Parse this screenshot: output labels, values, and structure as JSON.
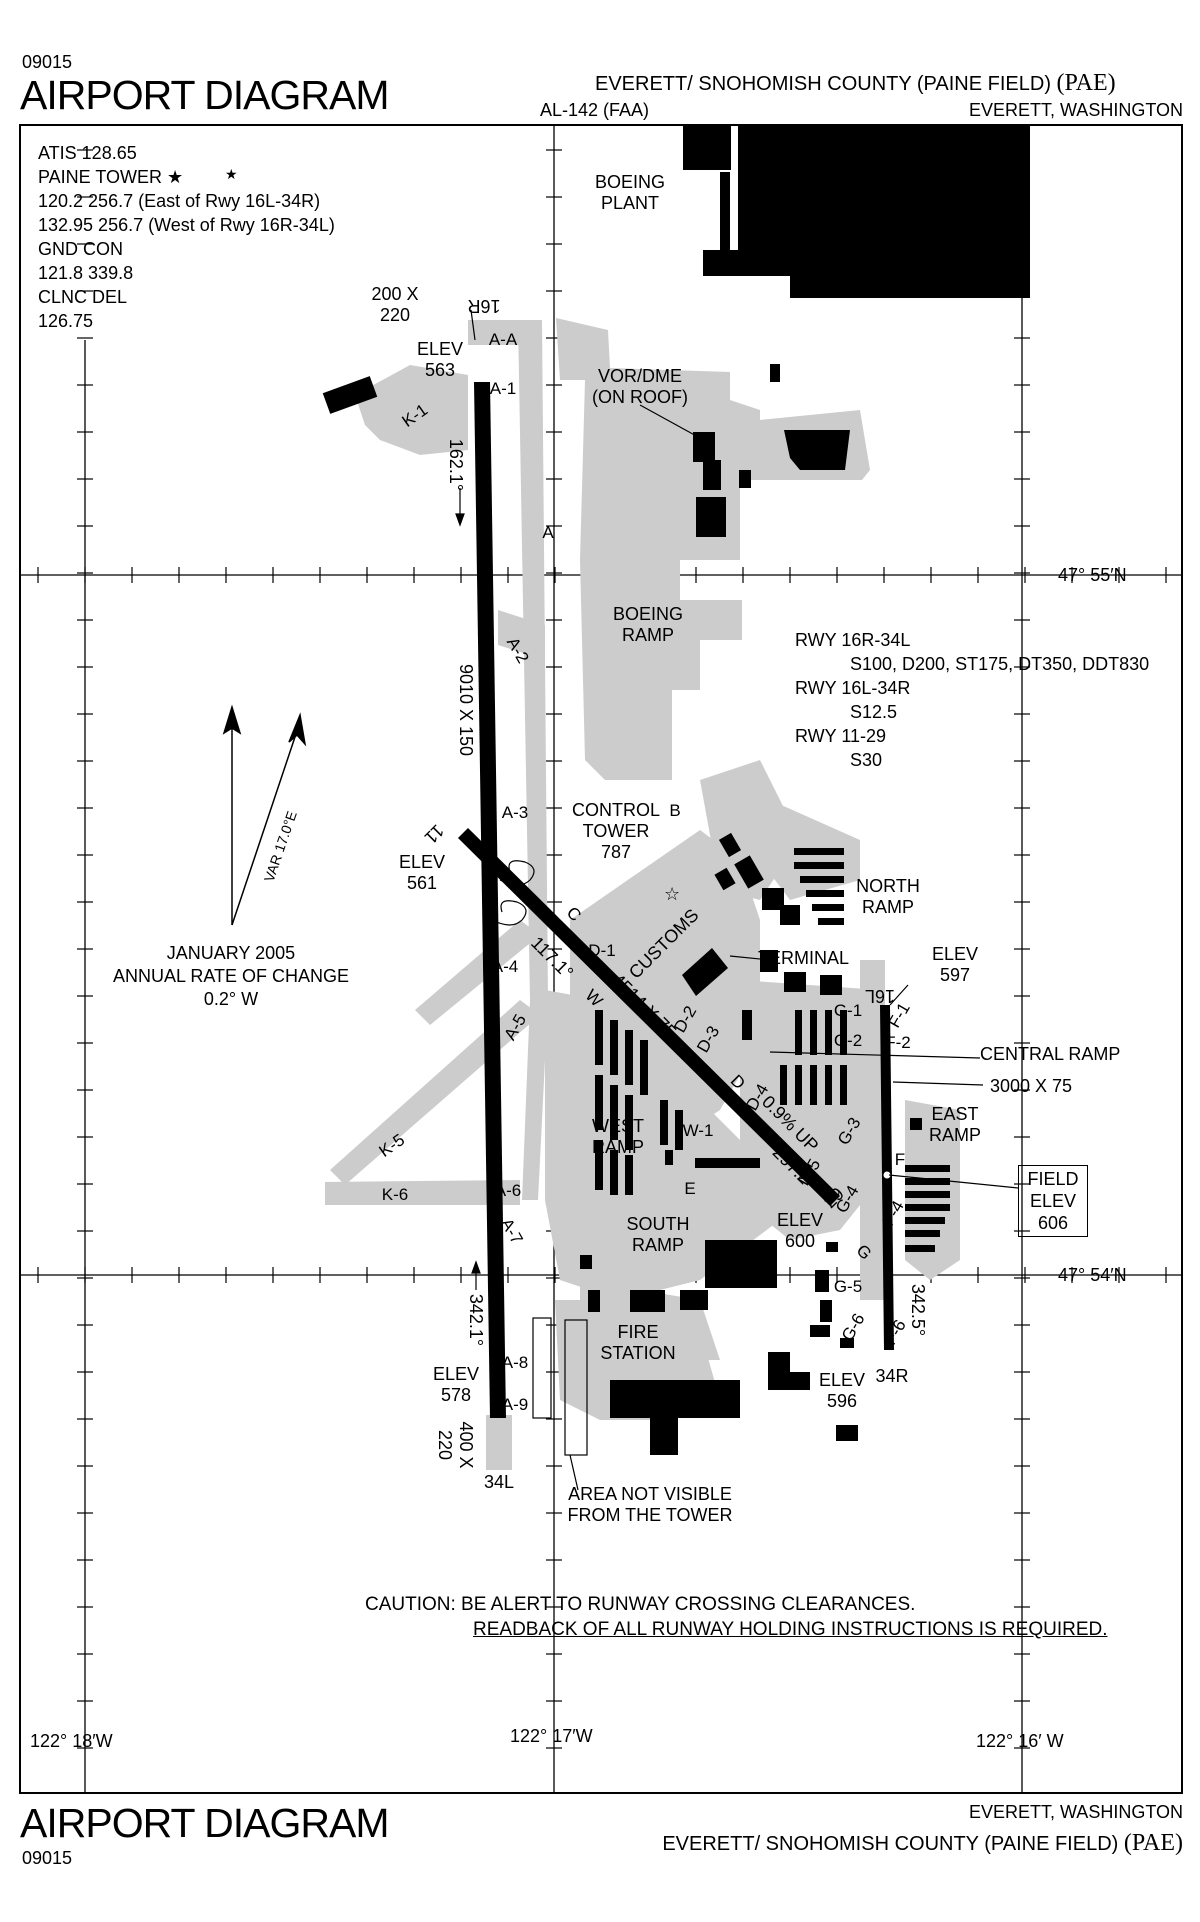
{
  "header": {
    "chart_number": "09015",
    "title": "AIRPORT DIAGRAM",
    "procedure_id": "AL-142 (FAA)",
    "airport_name": "EVERETT/ SNOHOMISH COUNTY (PAINE FIELD)",
    "airport_id": "(PAE)",
    "city": "EVERETT, WASHINGTON"
  },
  "footer": {
    "chart_number": "09015",
    "title": "AIRPORT DIAGRAM",
    "airport_name": "EVERETT/ SNOHOMISH COUNTY (PAINE FIELD)",
    "airport_id": "(PAE)",
    "city": "EVERETT, WASHINGTON"
  },
  "frequencies": [
    "ATIS 128.65",
    "PAINE TOWER ★",
    "120.2  256.7 (East of Rwy 16L-34R)",
    "132.95  256.7 (West of Rwy 16R-34L)",
    "GND CON",
    "121.8  339.8",
    "CLNC DEL",
    "126.75"
  ],
  "coordinates": {
    "lat_north": "47° 55′N",
    "lat_south": "47° 54′N",
    "lon_west": "122° 18′W",
    "lon_mid": "122° 17′W",
    "lon_east": "122° 16′ W"
  },
  "magnetic": {
    "variation": "VAR 17.0°E",
    "date": "JANUARY 2005",
    "rate_label": "ANNUAL RATE OF CHANGE",
    "rate": "0.2° W"
  },
  "runway_strength": [
    "RWY 16R-34L",
    "S100, D200, ST175, DT350, DDT830",
    "RWY 16L-34R",
    "S12.5",
    "RWY 11-29",
    "S30"
  ],
  "runways": {
    "rwy_16r_end": "16R",
    "rwy_34l_end": "34L",
    "rwy_16r_dims": "9010 X 150",
    "rwy_16r_heading": "162.1°",
    "rwy_34l_heading": "342.1°",
    "rwy_16r_displaced": "200 X\n220",
    "rwy_34l_overrun": "400 X\n220",
    "rwy_11_end": "11",
    "rwy_29_end": "29",
    "rwy_11_dims": "4514 X 75",
    "rwy_11_heading": "117.1°",
    "rwy_29_heading": "297.2°",
    "rwy_11_slope": "0.9% UP",
    "rwy_16l_end": "16L",
    "rwy_34r_end": "34R",
    "rwy_16l_dims": "3000 X 75",
    "rwy_34r_heading": "342.5°"
  },
  "elevations": {
    "elev_563": "ELEV\n563",
    "elev_561": "ELEV\n561",
    "elev_578": "ELEV\n578",
    "elev_597": "ELEV\n597",
    "elev_600": "ELEV\n600",
    "elev_596": "ELEV\n596",
    "field_elev_label": "FIELD\nELEV",
    "field_elev_value": "606"
  },
  "areas": {
    "boeing_plant": "BOEING\nPLANT",
    "vor_dme": "VOR/DME\n(ON ROOF)",
    "boeing_ramp": "BOEING\nRAMP",
    "control_tower": "CONTROL\nTOWER\n787",
    "customs": "CUSTOMS",
    "terminal": "TERMINAL",
    "north_ramp": "NORTH\nRAMP",
    "central_ramp": "CENTRAL RAMP",
    "east_ramp": "EAST\nRAMP",
    "west_ramp": "WEST\nRAMP",
    "south_ramp": "SOUTH\nRAMP",
    "fire_station": "FIRE\nSTATION",
    "area_not_visible": "AREA NOT VISIBLE\nFROM THE TOWER"
  },
  "taxiways": [
    "A-A",
    "A-1",
    "A",
    "A-2",
    "A-3",
    "B",
    "C",
    "A-4",
    "A-5",
    "A-6",
    "A-7",
    "A-8",
    "A-9",
    "K-1",
    "K-5",
    "K-6",
    "D-1",
    "D-2",
    "D-3",
    "D",
    "D-4",
    "D-5",
    "W",
    "W-1",
    "E",
    "G",
    "G-1",
    "G-2",
    "G-3",
    "G-4",
    "G-5",
    "G-6",
    "F",
    "F-1",
    "F-2",
    "F-4",
    "F-6"
  ],
  "caution": {
    "line1": "CAUTION: BE ALERT TO RUNWAY CROSSING CLEARANCES.",
    "line2": "READBACK OF ALL RUNWAY HOLDING INSTRUCTIONS IS REQUIRED."
  },
  "colors": {
    "ink": "#000000",
    "pavement": "#cccccc",
    "background": "#ffffff"
  }
}
